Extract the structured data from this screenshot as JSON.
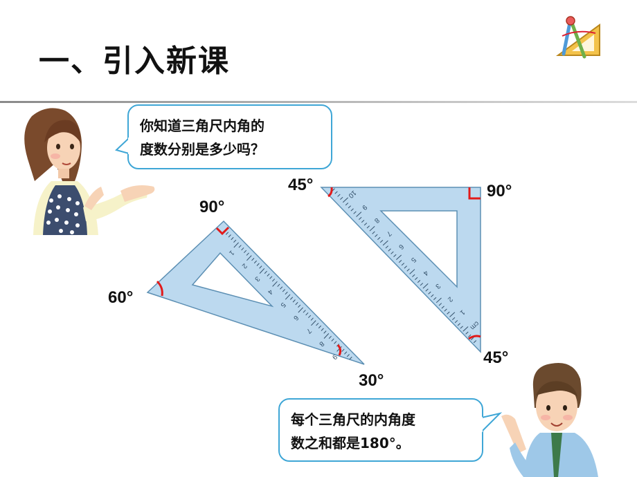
{
  "slide": {
    "title": "一、引入新课"
  },
  "question_bubble": {
    "line1": "你知道三角尺内角的",
    "line2": "度数分别是多少吗？"
  },
  "answer_bubble": {
    "line1": "每个三角尺的内角度",
    "line2": "数之和都是180°。"
  },
  "left_triangle": {
    "angle_top": "90°",
    "angle_left": "60°",
    "angle_right": "30°",
    "ruler_digits": [
      "1",
      "2",
      "3",
      "4",
      "5",
      "6",
      "7",
      "8",
      "9"
    ]
  },
  "right_triangle": {
    "angle_top_left": "45°",
    "angle_top_right": "90°",
    "angle_bottom": "45°",
    "ruler_digits": [
      "10",
      "9",
      "8",
      "7",
      "6",
      "5",
      "4",
      "3",
      "2",
      "1",
      "cm"
    ]
  },
  "colors": {
    "ruler_fill": "#bcd9ef",
    "ruler_stroke": "#5c8fb3",
    "angle_mark": "#e21a1a",
    "bubble_border": "#3ea6d6"
  },
  "icons": {
    "logo": "compass-and-set-square-icon",
    "girl": "girl-illustration",
    "boy": "boy-illustration"
  }
}
